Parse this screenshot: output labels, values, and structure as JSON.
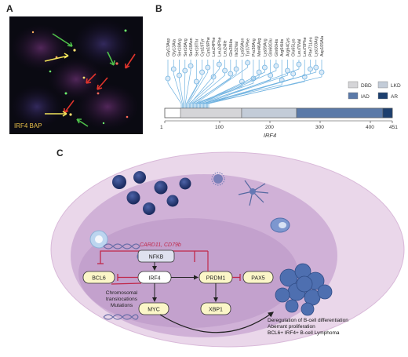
{
  "panels": {
    "a": "A",
    "b": "B",
    "c": "C"
  },
  "panel_a": {
    "caption": "IRF4 BAP",
    "arrow_colors": {
      "green": "#4fc04a",
      "yellow": "#f2e35a",
      "red": "#e0342c"
    }
  },
  "panel_b": {
    "mutations": [
      "Gly13Asp",
      "Gly13Ala",
      "Ser18Arg",
      "Ser18Arg",
      "Ser18Asn",
      "Ser18Thr",
      "Cys19Tyr",
      "Cys19Phe",
      "Leu24Phe",
      "Leu24Phe",
      "Leu24Ile",
      "Gln28His",
      "Ile32Val",
      "Lys59Asn",
      "Tyr37Phe",
      "Pro38Arg",
      "Met46Arg",
      "Lys59Arg",
      "Gln60Glu",
      "Gln60His",
      "Arg64His",
      "Arg64Cys",
      "Glu65Lys",
      "Leu70Val",
      "Leu70Phe",
      "Phe71Leu",
      "Lys103Arg",
      "Asp105Ala"
    ],
    "legend": [
      {
        "label": "DBD",
        "color": "#d5d5d8"
      },
      {
        "label": "LKD",
        "color": "#c3ccd8"
      },
      {
        "label": "IAD",
        "color": "#5a79a8"
      },
      {
        "label": "AR",
        "color": "#1d3f6e"
      }
    ],
    "axis": {
      "ticks": [
        "1",
        "100",
        "200",
        "300",
        "400",
        "451"
      ],
      "label": "IRF4"
    },
    "colors": {
      "stem": "#6fb2e0",
      "lollipop_fill": "#dbeaf7"
    }
  },
  "panel_c": {
    "nodes": {
      "nfkb": "NFKB",
      "irf4": "IRF4",
      "prdm1": "PRDM1",
      "pax5": "PAX5",
      "bcl6": "BCL6",
      "myc": "MYC",
      "xbp1": "XBP1"
    },
    "card11_label": "CARD11, CD79b",
    "translocation_lines": [
      "Chromosomal",
      "translocations",
      "Mutations"
    ],
    "outcome_lines": [
      "Deregulation of B-cell differentiation",
      "Aberrant proliferation",
      "BCL6+ IRF4+ B-cell Lymphoma"
    ],
    "colors": {
      "outer": "#ead7ea",
      "inner": "#c9a8d2",
      "nucleus": "#b48fc0",
      "node_fill": "#fbf6c8",
      "inhibit": "#c0284a",
      "cell_dark": "#2c3f7a"
    }
  }
}
